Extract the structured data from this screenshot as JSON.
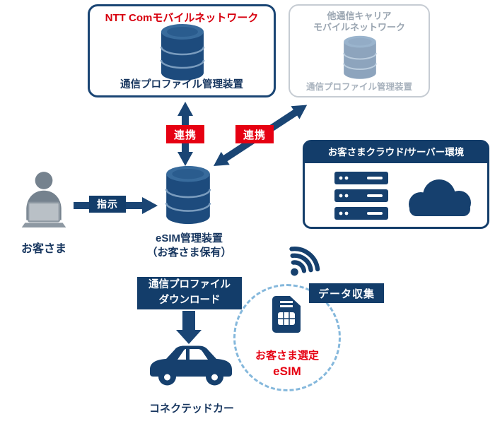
{
  "colors": {
    "navy": "#16406e",
    "navy_dark": "#133d6a",
    "red": "#e60012",
    "red_title": "#d7000f",
    "gray_faded": "#9aa5b1",
    "light_blue_dash": "#85b8dc"
  },
  "ntt_box": {
    "title": "NTT Comモバイルネットワーク",
    "device_label": "通信プロファイル管理装置"
  },
  "carrier_box": {
    "title_line1": "他通信キャリア",
    "title_line2": "モバイルネットワーク",
    "device_label": "通信プロファイル管理装置"
  },
  "links": {
    "left_label": "連携",
    "right_label": "連携"
  },
  "customer": {
    "label": "お客さま"
  },
  "instruction": {
    "label": "指示"
  },
  "esim_server": {
    "label_line1": "eSIM管理装置",
    "label_line2": "（お客さま保有）"
  },
  "cloud_box": {
    "title": "お客さまクラウド/サーバー環境"
  },
  "download_arrow": {
    "label_line1": "通信プロファイル",
    "label_line2": "ダウンロード"
  },
  "data_collection": {
    "label": "データ収集"
  },
  "car": {
    "label": "コネクテッドカー"
  },
  "esim_callout": {
    "label_line1": "お客さま選定",
    "label_line2": "eSIM"
  },
  "icons": {
    "database": "database-icon",
    "person": "person-at-laptop-icon",
    "server": "server-stack-icon",
    "cloud": "cloud-icon",
    "wifi": "wifi-icon",
    "car": "car-icon",
    "sim": "sim-card-icon"
  }
}
